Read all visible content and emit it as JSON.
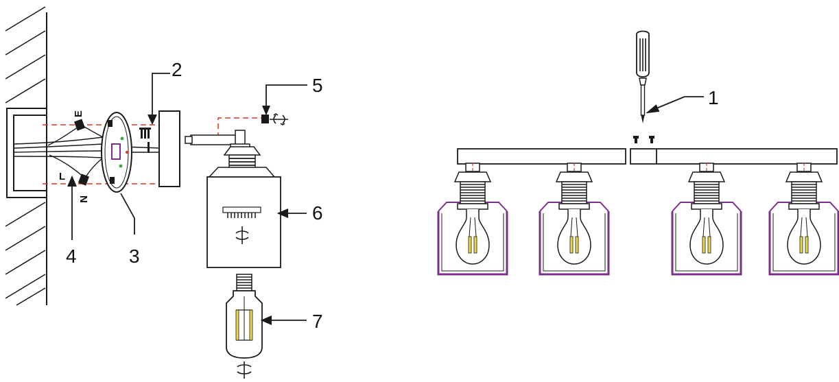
{
  "callouts": {
    "n1": "1",
    "n2": "2",
    "n3": "3",
    "n4": "4",
    "n5": "5",
    "n6": "6",
    "n7": "7"
  },
  "wire_labels": {
    "earth": "E",
    "live": "L",
    "neutral": "N"
  },
  "colors": {
    "line": "#1a1a1a",
    "dash": "#e0362c",
    "shade": "#7a2f8c",
    "filament": "#e8d84a",
    "green": "#3fae49"
  },
  "icons": [
    "wall-hatch-icon",
    "screwdriver-icon",
    "light-bulb-icon",
    "rotate-arrow-icon",
    "screw-icon"
  ]
}
